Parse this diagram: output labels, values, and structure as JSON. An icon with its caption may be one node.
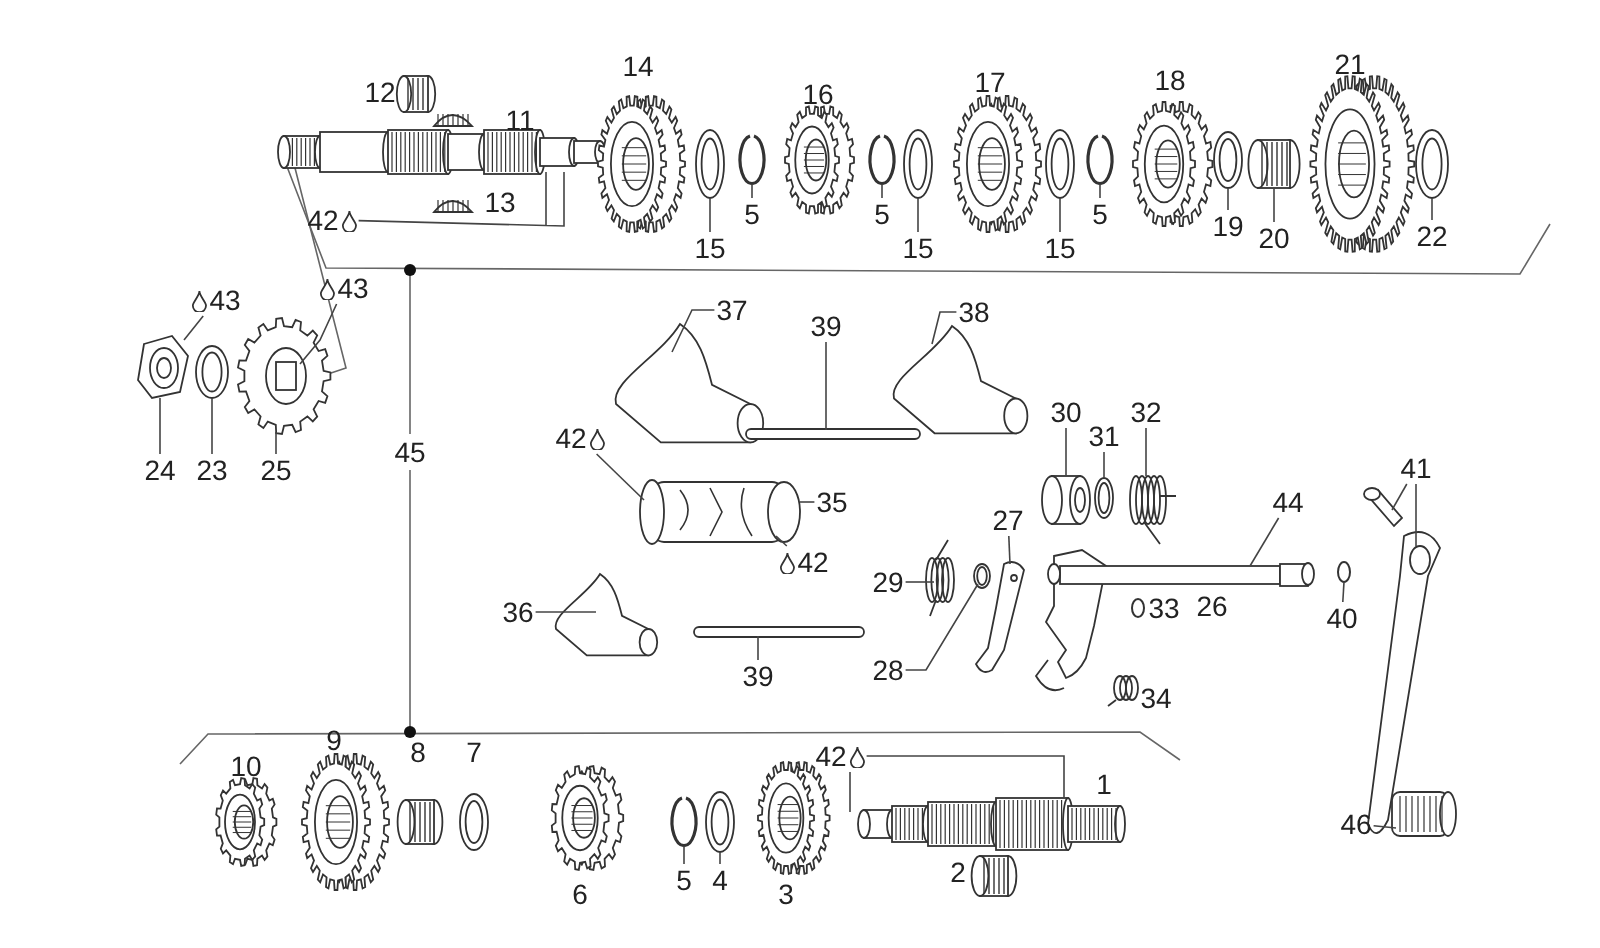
{
  "diagram": {
    "nodes": [
      {
        "text": [
          "42"
        ]
      },
      {
        "text": [
          "15"
        ]
      },
      {
        "text": [
          "5"
        ]
      },
      {
        "text": [
          "5"
        ]
      },
      {
        "text": [
          "15"
        ]
      },
      {
        "text": [
          "15"
        ]
      },
      {
        "text": [
          "5"
        ]
      },
      {
        "text": [
          "19"
        ]
      },
      {
        "text": [
          "20"
        ]
      },
      {
        "text": [
          "22"
        ]
      },
      {
        "text": [
          "43"
        ]
      },
      {
        "text": [
          "43"
        ]
      },
      {
        "text": [
          "24"
        ]
      },
      {
        "text": [
          "23"
        ]
      },
      {
        "text": [
          "25"
        ]
      },
      {
        "text": [
          "37"
        ]
      },
      {
        "text": [
          "39"
        ]
      },
      {
        "text": [
          "38"
        ]
      },
      {
        "text": [
          "42"
        ]
      },
      {
        "text": [
          "35"
        ]
      },
      {
        "text": [
          "42"
        ]
      },
      {
        "text": [
          "36"
        ]
      },
      {
        "text": [
          "39"
        ]
      },
      {
        "text": [
          "30"
        ]
      },
      {
        "text": [
          "31"
        ]
      },
      {
        "text": [
          "32"
        ]
      },
      {
        "text": [
          "27"
        ]
      },
      {
        "text": [
          "29"
        ]
      },
      {
        "text": [
          "28"
        ]
      },
      {
        "text": [
          "44"
        ]
      },
      {
        "text": [
          "40"
        ]
      },
      {
        "text": [
          "41"
        ]
      },
      {
        "text": [
          "46"
        ]
      },
      {
        "text": [
          "42"
        ]
      },
      {
        "text": [
          "5"
        ]
      },
      {
        "text": [
          "4"
        ]
      },
      {
        "text": [],
        "shape": "picture"
      },
      {
        "text": [],
        "shape": "picture"
      },
      {
        "text": [],
        "shape": "picture"
      },
      {
        "text": [],
        "shape": "picture"
      },
      {
        "text": [],
        "shape": "picture"
      },
      {
        "text": [],
        "shape": "picture"
      },
      {
        "text": [],
        "shape": "picture"
      },
      {
        "text": [],
        "shape": "picture"
      },
      {
        "text": [],
        "shape": "picture"
      },
      {
        "text": [],
        "shape": "picture"
      },
      {
        "text": [],
        "shape": "picture"
      },
      {
        "text": [],
        "shape": "picture"
      },
      {
        "text": [],
        "shape": "picture"
      },
      {
        "text": [],
        "shape": "picture"
      },
      {
        "text": [],
        "shape": "bar"
      },
      {
        "text": [],
        "shape": "picture"
      },
      {
        "text": [],
        "shape": "picture"
      },
      {
        "text": [],
        "shape": "picture"
      },
      {
        "text": [],
        "shape": "bar"
      },
      {
        "text": [],
        "shape": "cylinder"
      },
      {
        "text": [],
        "shape": "picture"
      },
      {
        "text": [],
        "shape": "picture"
      },
      {
        "text": [],
        "shape": "picture"
      },
      {
        "text": [],
        "shape": "picture"
      },
      {
        "text": [],
        "shape": "picture"
      },
      {
        "text": [],
        "shape": "picture"
      },
      {
        "text": [],
        "shape": "circle"
      },
      {
        "text": [],
        "shape": "picture"
      },
      {
        "text": [],
        "shape": "picture"
      },
      {
        "text": [],
        "shape": "picture"
      },
      {
        "text": [],
        "shape": "picture"
      },
      {
        "text": [],
        "shape": "picture"
      }
    ],
    "edges": [
      {
        "from": 0,
        "to": 36,
        "arrow": "none"
      },
      {
        "from": 1,
        "to": 37,
        "arrow": "none"
      },
      {
        "from": 2,
        "to": 38,
        "arrow": "none"
      },
      {
        "from": 3,
        "to": 39,
        "arrow": "none"
      },
      {
        "from": 4,
        "to": 40,
        "arrow": "none"
      },
      {
        "from": 5,
        "to": 41,
        "arrow": "none"
      },
      {
        "from": 6,
        "to": 42,
        "arrow": "none"
      },
      {
        "from": 7,
        "to": 43,
        "arrow": "none"
      },
      {
        "from": 8,
        "to": 44,
        "arrow": "none"
      },
      {
        "from": 9,
        "to": 45,
        "arrow": "none"
      },
      {
        "from": 10,
        "to": 46,
        "arrow": "none"
      },
      {
        "from": 11,
        "to": 48,
        "arrow": "none"
      },
      {
        "from": 12,
        "to": 46,
        "arrow": "none"
      },
      {
        "from": 13,
        "to": 47,
        "arrow": "none"
      },
      {
        "from": 14,
        "to": 48,
        "arrow": "none"
      },
      {
        "from": 15,
        "to": 49,
        "arrow": "none"
      },
      {
        "from": 16,
        "to": 50,
        "arrow": "none"
      },
      {
        "from": 17,
        "to": 51,
        "arrow": "none"
      },
      {
        "from": 18,
        "to": 52,
        "arrow": "none"
      },
      {
        "from": 19,
        "to": 52,
        "arrow": "none"
      },
      {
        "from": 20,
        "to": 52,
        "arrow": "none"
      },
      {
        "from": 21,
        "to": 53,
        "arrow": "none"
      },
      {
        "from": 22,
        "to": 54,
        "arrow": "none"
      },
      {
        "from": 23,
        "to": 55,
        "arrow": "none"
      },
      {
        "from": 24,
        "to": 56,
        "arrow": "none"
      },
      {
        "from": 25,
        "to": 57,
        "arrow": "none"
      },
      {
        "from": 26,
        "to": 60,
        "arrow": "none"
      },
      {
        "from": 27,
        "to": 58,
        "arrow": "none"
      },
      {
        "from": 28,
        "to": 59,
        "arrow": "none"
      },
      {
        "from": 29,
        "to": 61,
        "arrow": "none"
      },
      {
        "from": 30,
        "to": 62,
        "arrow": "none"
      },
      {
        "from": 31,
        "to": 63,
        "arrow": "none"
      },
      {
        "from": 32,
        "to": 64,
        "arrow": "none"
      },
      {
        "from": 33,
        "to": 67,
        "arrow": "none"
      },
      {
        "from": 34,
        "to": 65,
        "arrow": "none"
      },
      {
        "from": 35,
        "to": 66,
        "arrow": "none"
      },
      {
        "from": 31,
        "to": 64,
        "arrow": "none"
      }
    ],
    "labels": [
      "21",
      "14",
      "18",
      "17",
      "16",
      "12",
      "11",
      "13",
      "45",
      "26",
      "33",
      "34",
      "9",
      "10",
      "8",
      "7",
      "1",
      "6",
      "3",
      "2"
    ]
  }
}
